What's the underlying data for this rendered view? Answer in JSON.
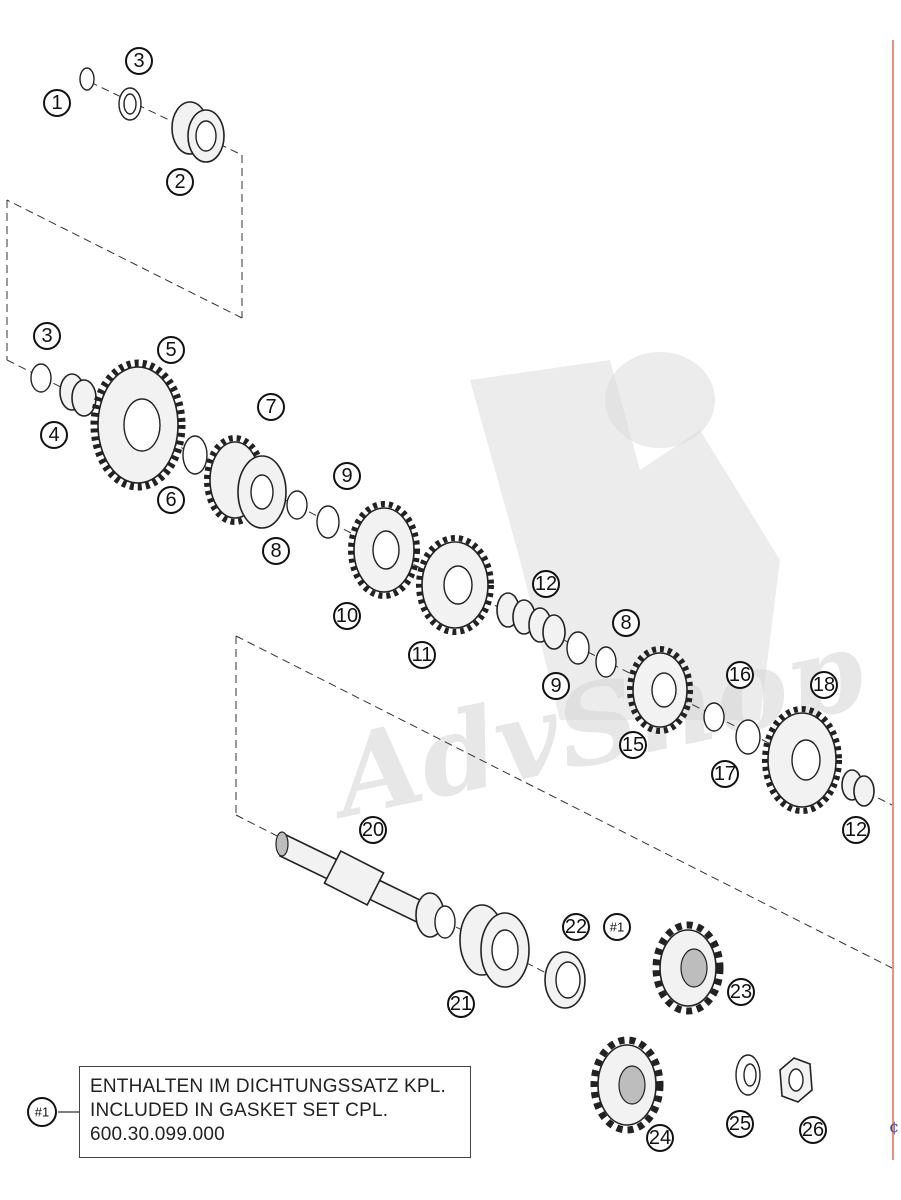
{
  "callouts": {
    "c1": "1",
    "c2": "2",
    "c3a": "3",
    "c3b": "3",
    "c4": "4",
    "c5": "5",
    "c6": "6",
    "c7": "7",
    "c8a": "8",
    "c8b": "8",
    "c9a": "9",
    "c9b": "9",
    "c10": "10",
    "c11": "11",
    "c12a": "12",
    "c12b": "12",
    "c15": "15",
    "c16": "16",
    "c17": "17",
    "c18": "18",
    "c20": "20",
    "c21": "21",
    "c22": "22",
    "c23": "23",
    "c24": "24",
    "c25": "25",
    "c26": "26",
    "ref1": "#1",
    "ref1_note": "#1"
  },
  "note": {
    "line1": "ENTHALTEN IM DICHTUNGSSATZ KPL.",
    "line2": "INCLUDED IN GASKET SET CPL.",
    "line3": "600.30.099.000"
  },
  "watermark": {
    "logo_text": "AdvShop"
  }
}
